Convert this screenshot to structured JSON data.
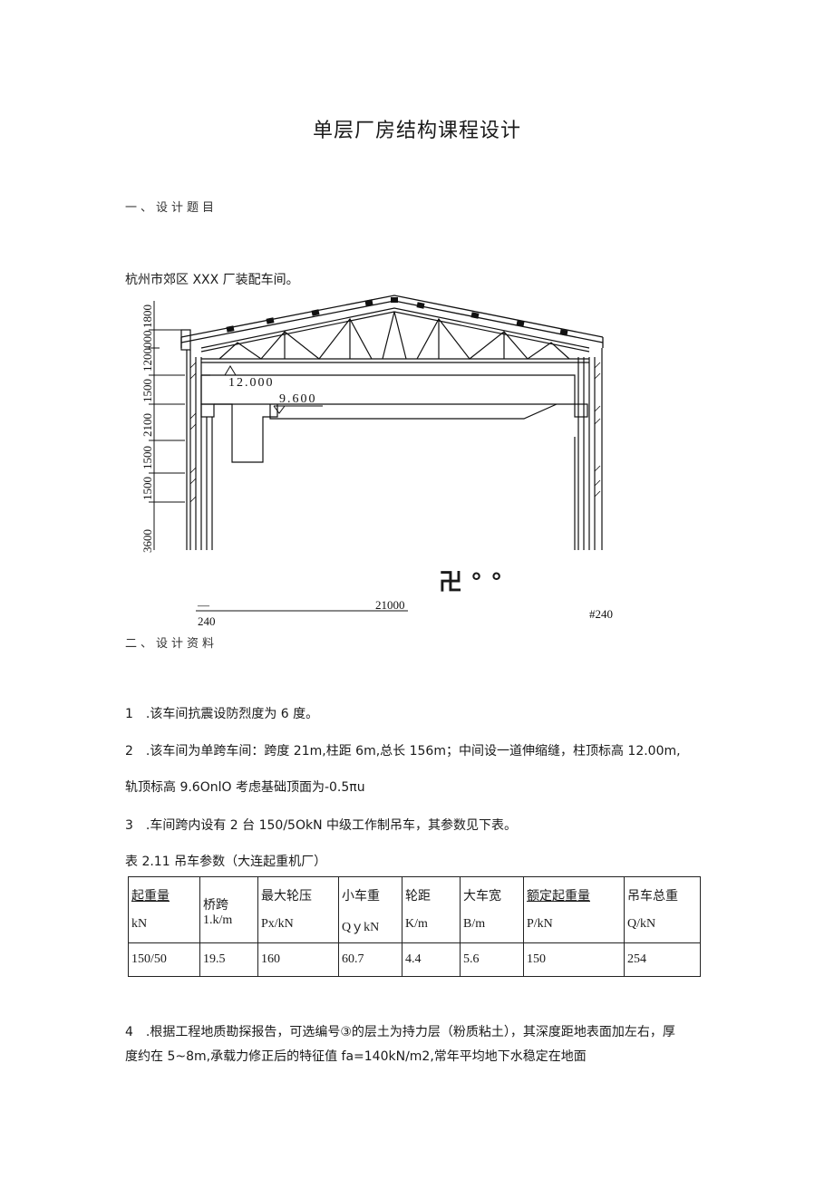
{
  "title": "单层厂房结构课程设计",
  "section1": "一、设计题目",
  "project": "杭州市郊区 XXX 厂装配车间。",
  "drawing": {
    "left_dims": [
      "1800",
      "000",
      "1200",
      "1500",
      "2100",
      "1500",
      "1500",
      "3600"
    ],
    "level_top": "12.000",
    "level_rail": "9.600",
    "glyph": "卍 ° °",
    "span_dim": "21000",
    "left_wall": "240",
    "right_wall": "#240",
    "dash": "—"
  },
  "section2": "二、设计资料",
  "items": [
    "1　.该车间抗震设防烈度为 6 度。",
    "2　.该车间为单跨车间：跨度 21m,柱距 6m,总长 156m；中间设一道伸缩缝，柱顶标高 12.00m,",
    "轨顶标高 9.6OnlO 考虑基础顶面为-0.5πu",
    "3　.车间跨内设有 2 台 150/5OkN 中级工作制吊车，其参数见下表。"
  ],
  "table_caption": "表 2.11 吊车参数（大连起重机厂）",
  "table": {
    "headers": [
      {
        "name": "起重量",
        "unit": "kN"
      },
      {
        "name": "桥跨",
        "unit": "1.k/m"
      },
      {
        "name": "最大轮压",
        "unit": "Px/kN"
      },
      {
        "name": "小车重",
        "unit": "QｙkN"
      },
      {
        "name": "轮距",
        "unit": "K/m"
      },
      {
        "name": "大车宽",
        "unit": "B/m"
      },
      {
        "name": "额定起重量",
        "unit": "P/kN"
      },
      {
        "name": "吊车总重",
        "unit": "Q/kN"
      }
    ],
    "row": [
      "150/50",
      "19.5",
      "160",
      "60.7",
      "4.4",
      "5.6",
      "150",
      "254"
    ]
  },
  "item4_line1": "4　.根据工程地质勘探报告，可选编号③的层土为持力层（粉质粘土），其深度距地表面加左右，厚",
  "item4_line2": "度约在 5~8m,承载力修正后的特征值 fa=140kN∕m2,常年平均地下水稳定在地面"
}
